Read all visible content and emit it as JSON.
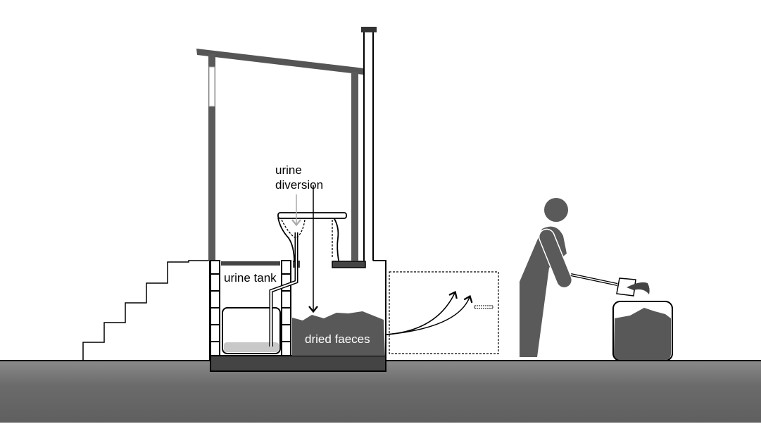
{
  "labels": {
    "urine_diversion_line1": "urine",
    "urine_diversion_line2": "diversion",
    "urine_tank": "urine tank",
    "dried_faeces": "dried faeces"
  },
  "colors": {
    "ground": "#6b6b6b",
    "dark_fill": "#555555",
    "outline": "#000000",
    "background": "#ffffff"
  }
}
